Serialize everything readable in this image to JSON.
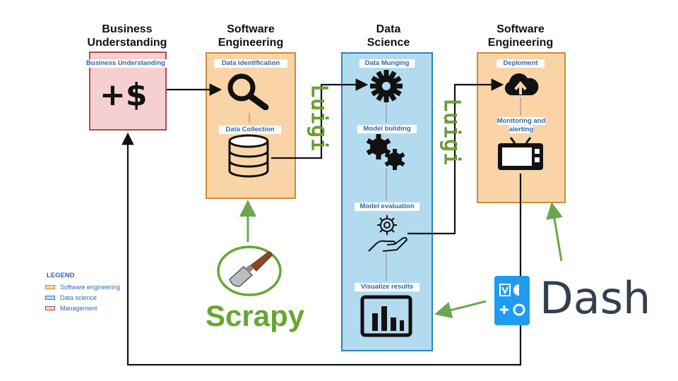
{
  "columns": {
    "business": {
      "title_line1": "Business",
      "title_line2": "Understanding"
    },
    "se_left": {
      "title_line1": "Software",
      "title_line2": "Engineering"
    },
    "ds": {
      "title_line1": "Data",
      "title_line2": "Science"
    },
    "se_right": {
      "title_line1": "Software",
      "title_line2": "Engineering"
    }
  },
  "boxes": {
    "business": {
      "label": "Business Understanding",
      "icon": "money-plus-dollar-icon"
    },
    "se_left": {
      "step1": {
        "label": "Data identification",
        "icon": "magnifier-icon"
      },
      "step2": {
        "label": "Data Collection",
        "icon": "database-icon"
      }
    },
    "ds": {
      "step1": {
        "label": "Data Munging",
        "icon": "gear-icon"
      },
      "step2": {
        "label": "Model building",
        "icon": "gears-icon"
      },
      "step3": {
        "label": "Model evaluation",
        "icon": "hand-gear-icon"
      },
      "step4": {
        "label": "Visualize results",
        "icon": "bar-chart-icon"
      }
    },
    "se_right": {
      "step1": {
        "label": "Deploment",
        "icon": "cloud-upload-icon"
      },
      "step2": {
        "label_line1": "Monitoring and",
        "label_line2": "alerting",
        "icon": "monitor-tv-icon"
      }
    }
  },
  "luigi": {
    "text": "Luigi"
  },
  "legend": {
    "title": "LEGEND",
    "items": [
      {
        "label": "Software engineering",
        "fill": "#f9d4a7",
        "stroke": "#d08a3c"
      },
      {
        "label": "Data science",
        "fill": "#b3dbef",
        "stroke": "#2f84b4"
      },
      {
        "label": "Management",
        "fill": "#f6d0d0",
        "stroke": "#b24a4a"
      }
    ]
  },
  "logos": {
    "scrapy": {
      "text": "Scrapy",
      "icon": "spatula-icon"
    },
    "dash": {
      "text": "Dash",
      "icon": "dash-logo-icon"
    }
  },
  "colors": {
    "se": "#f9d4a7",
    "ds": "#b3dbef",
    "mg": "#f6d0d0",
    "green_arrow": "#6aa84f",
    "luigi_green": "#76b82a",
    "dash_blue": "#1f9cf0",
    "label_blue": "#3068a8"
  }
}
